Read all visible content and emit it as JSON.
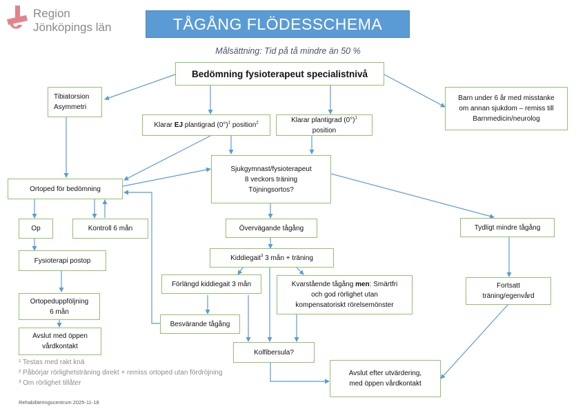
{
  "logo": {
    "line1": "Region",
    "line2": "Jönköpings län",
    "icon": "region-cross-logo-icon",
    "color": "#e0858f"
  },
  "title": "TÅGÅNG FLÖDESSCHEMA",
  "goal": "Målsättning: Tid på tå mindre än 50 %",
  "colors": {
    "title_bg": "#5b9bd5",
    "box_border": "#8fc16b",
    "arrow": "#5b9bd5"
  },
  "nodes": {
    "assessment": "Bedömning fysioterapeut specialistnivå",
    "tibiatorsion_l1": "Tibiatorsion",
    "tibiatorsion_l2": "Asymmetri",
    "not_plantigrade_a": "Klarar ",
    "not_plantigrade_b": "EJ",
    "not_plantigrade_c": " plantigrad (0°)",
    "not_plantigrade_sup1": "1",
    "not_plantigrade_d": " position",
    "not_plantigrade_sup2": "2",
    "plantigrade_a": "Klarar plantigrad (0°)",
    "plantigrade_sup": "1",
    "plantigrade_b": " position",
    "children_l1": "Barn under 6 år med misstanke",
    "children_l2": "om annan sjukdom – remiss till",
    "children_l3": "Barnmedicin/neurolog",
    "physio_l1": "Sjukgymnast/fysioterapeut",
    "physio_l2": "8 veckors träning",
    "physio_l3": "Töjningsortos?",
    "orthoped": "Ortoped för bedömning",
    "op": "Op",
    "control": "Kontroll 6 mån",
    "predominant": "Övervägande tågång",
    "clearly_less": "Tydligt mindre tågång",
    "physio_postop": "Fysioterapi postop",
    "kiddiegait_a": "Kiddiegait",
    "kiddiegait_sup": "3",
    "kiddiegait_b": " 3 mån + träning",
    "extended": "Förlängd kiddiegait 3 mån",
    "remaining_a": "Kvarstående tågång ",
    "remaining_b": "men",
    "remaining_c": ": Smärtfri",
    "remaining_l2": "och god rörlighet utan",
    "remaining_l3": "kompensatoriskt rörelsemönster",
    "continued_l1": "Fortsatt",
    "continued_l2": "träning/egenvård",
    "ortho_followup_l1": "Ortopeduppföljning",
    "ortho_followup_l2": "6 mån",
    "troublesome": "Besvärande tågång",
    "end_open_l1": "Avslut med öppen",
    "end_open_l2": "vårdkontakt",
    "carbon": "Kolfibersula?",
    "end_eval_l1": "Avslut efter utvärdering,",
    "end_eval_l2": "med öppen vårdkontakt"
  },
  "footnotes": [
    "¹ Testas med rakt knä",
    "² Påbörjar rörlighetsträning direkt + remiss ortoped utan fördröjning",
    "³ Om rörlighet tillåter"
  ],
  "footer": "Rehabiliteringscentrum 2025-11-18"
}
